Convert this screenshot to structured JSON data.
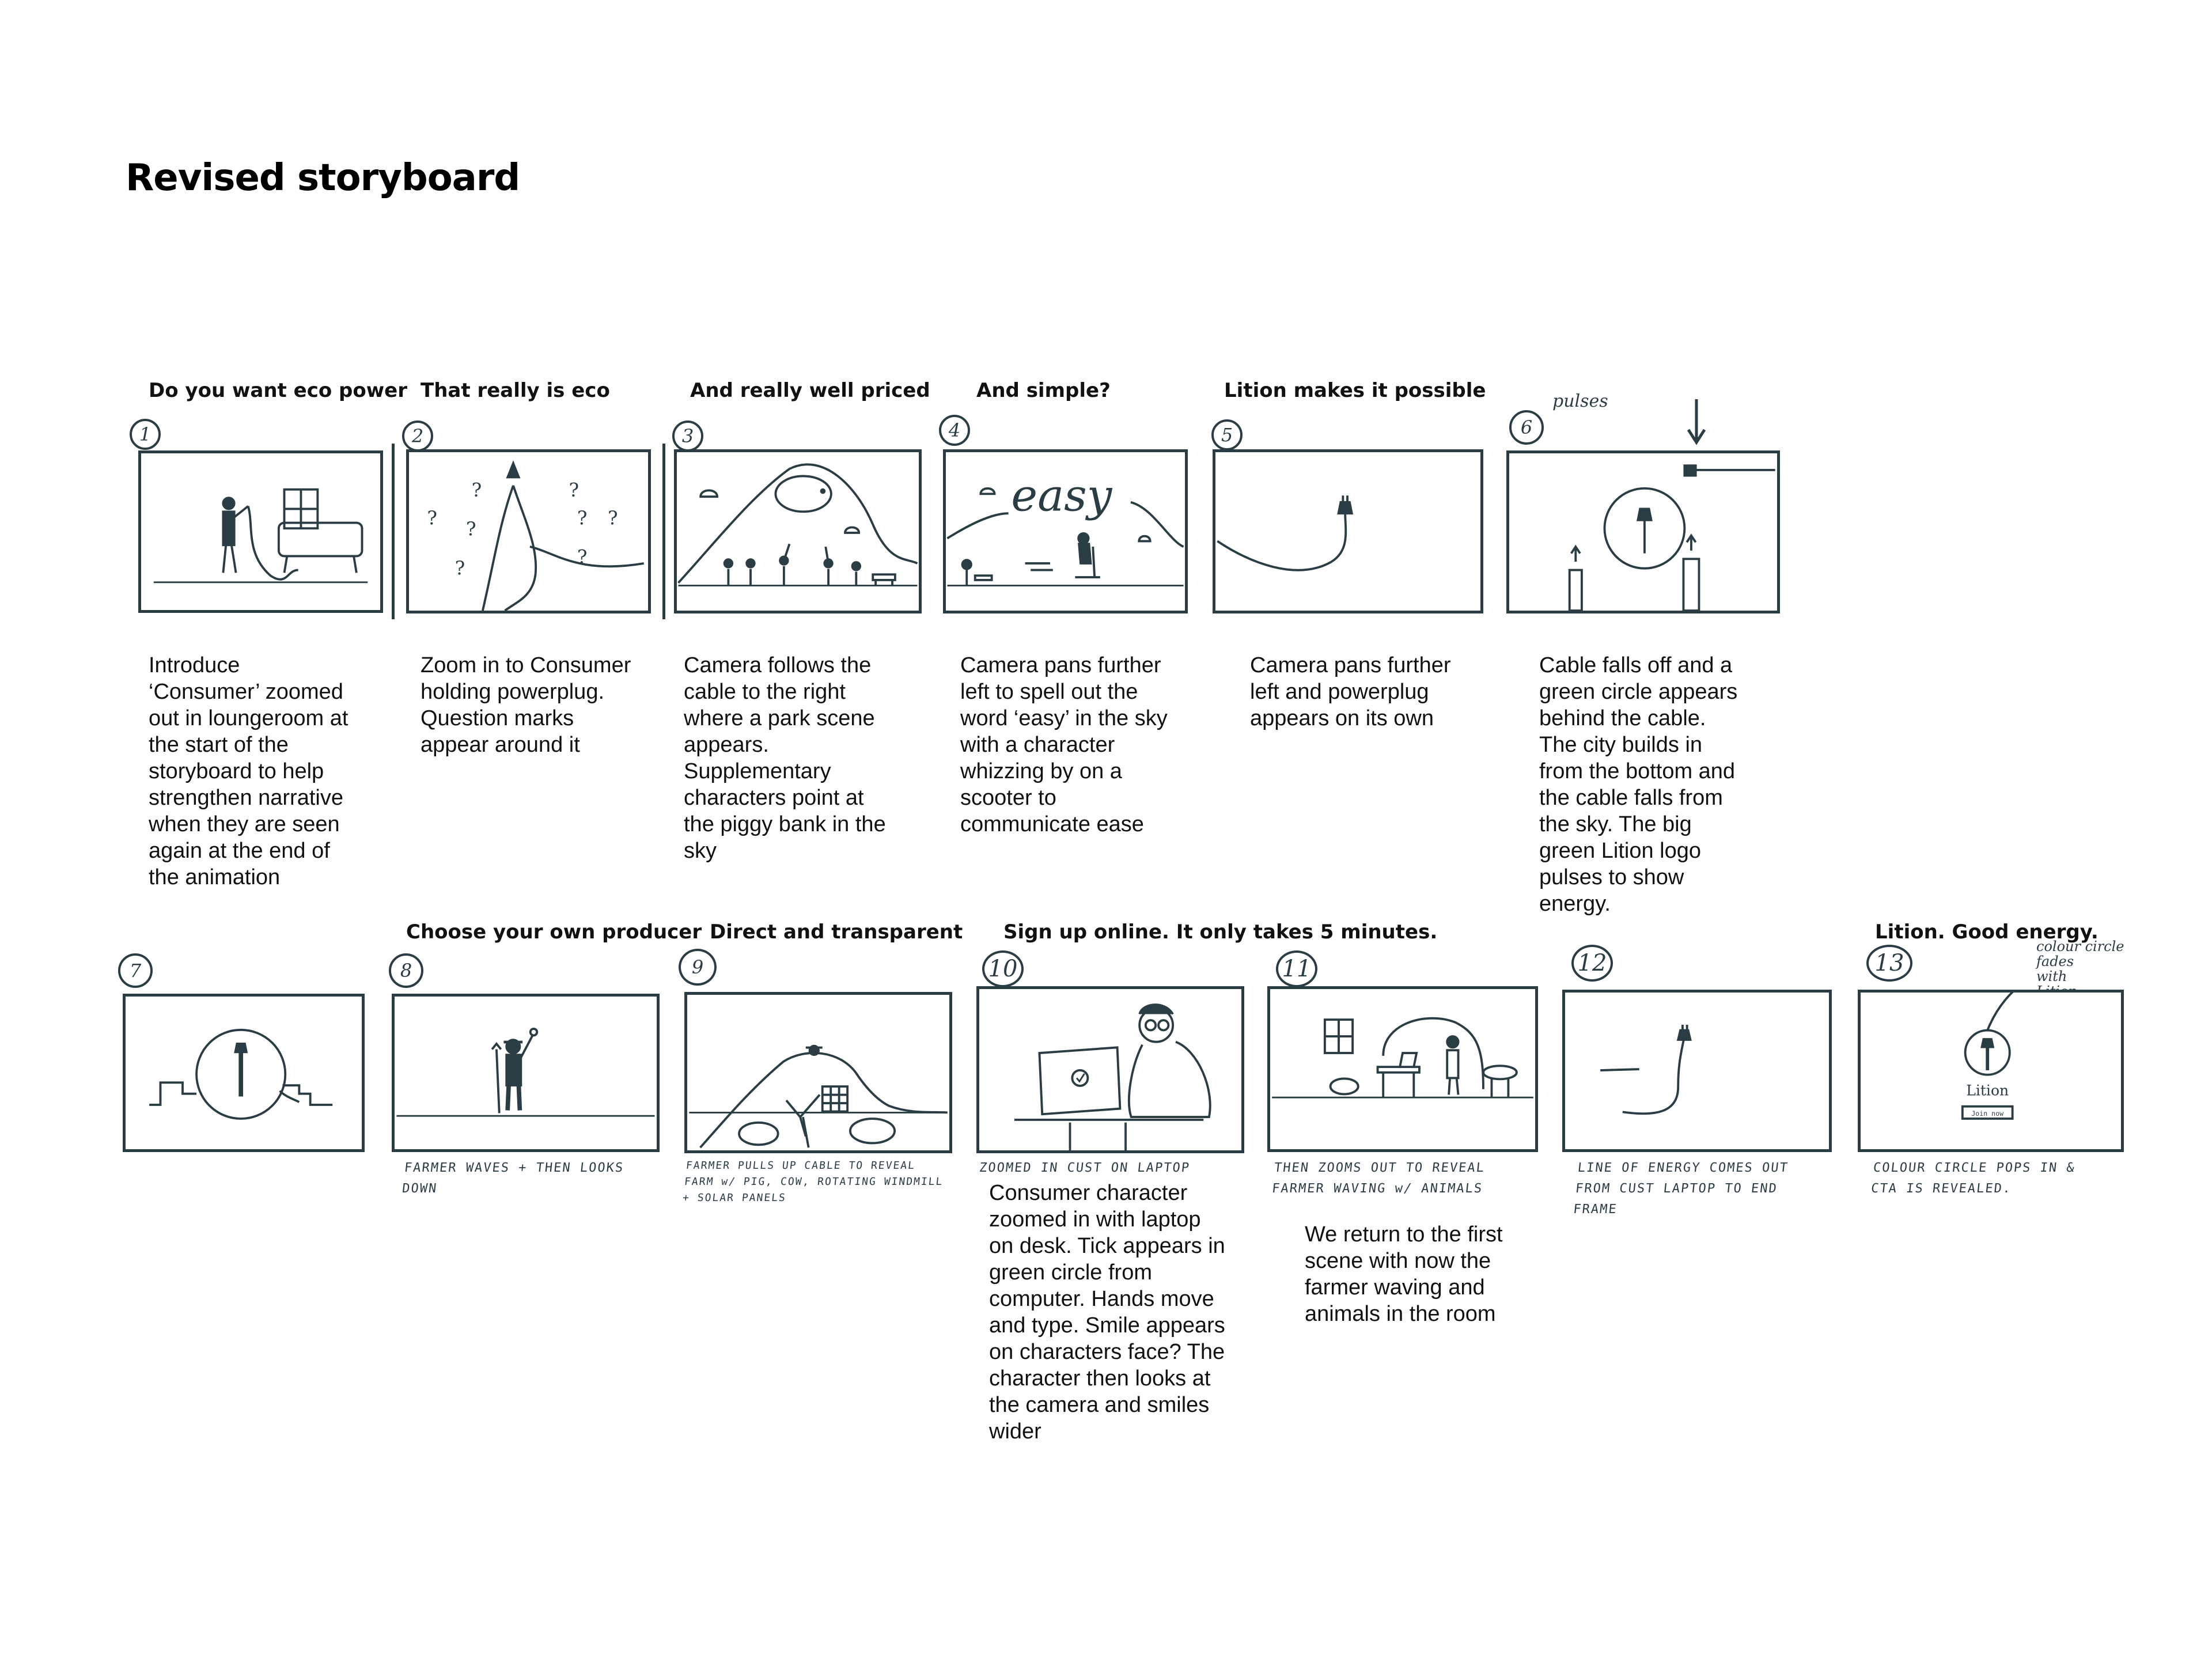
{
  "page": {
    "title": "Revised storyboard"
  },
  "scenes": [
    {
      "number": "1",
      "title": "Do you want eco power",
      "description": "Introduce\n‘Consumer’ zoomed\nout in loungeroom at\nthe start of the\nstoryboard to help\nstrengthen narrative\nwhen they are seen\nagain at the end of\nthe animation"
    },
    {
      "number": "2",
      "title": "That really is eco",
      "description": "Zoom in to Consumer\nholding powerplug.\nQuestion marks\nappear around it"
    },
    {
      "number": "3",
      "title": "And really well priced",
      "description": "Camera follows the\ncable to the right\nwhere a park scene\nappears.\nSupplementary\ncharacters point at\nthe piggy bank in the\nsky"
    },
    {
      "number": "4",
      "title": "And simple?",
      "description": "Camera pans further\nleft to spell out the\nword ‘easy’ in the sky\nwith a character\nwhizzing by on a\nscooter to\ncommunicate ease",
      "sky_word": "easy"
    },
    {
      "number": "5",
      "title": "Lition makes it possible",
      "description": "Camera pans further\nleft and powerplug\nappears on its own"
    },
    {
      "number": "6",
      "title": "",
      "description": "Cable falls off and a\ngreen circle appears\nbehind the cable.\nThe city builds in\nfrom the bottom and\nthe cable falls from\nthe sky. The big\ngreen Lition logo\npulses to show\nenergy.",
      "note": "pulses"
    },
    {
      "number": "7",
      "title": "",
      "description": ""
    },
    {
      "number": "8",
      "title": "Choose your own producer",
      "handwritten": "FARMER WAVES + THEN LOOKS\n   DOWN"
    },
    {
      "number": "9",
      "title": "Direct and transparent",
      "handwritten": "FARMER PULLS UP CABLE TO REVEAL\nFARM w/ PIG, COW, ROTATING WINDMILL\n+ SOLAR PANELS"
    },
    {
      "number": "10",
      "title": "Sign up online. It only takes 5 minutes.",
      "handwritten": "ZOOMED IN CUST ON LAPTOP",
      "description": "Consumer character\nzoomed in with laptop\non desk. Tick appears in\ngreen circle from\ncomputer. Hands move\nand type. Smile appears\non characters face? The\ncharacter then looks at\nthe camera and smiles\nwider"
    },
    {
      "number": "11",
      "title": "",
      "handwritten": "THEN ZOOMS OUT TO REVEAL\nFARMER WAVING w/ ANIMALS",
      "description": "We return to the first\nscene with now the\nfarmer waving and\nanimals in the room"
    },
    {
      "number": "12",
      "title": "",
      "handwritten": "LINE OF ENERGY COMES OUT\nFROM CUST LAPTOP TO END\nFRAME"
    },
    {
      "number": "13",
      "title": "Lition. Good energy.",
      "handwritten": "COLOUR CIRCLE POPS IN &\nCTA IS REVEALED.",
      "note": "colour circle\nfades\nwith\nLition\nunder",
      "logo_text": "Lition",
      "cta_text": "Join now"
    }
  ]
}
